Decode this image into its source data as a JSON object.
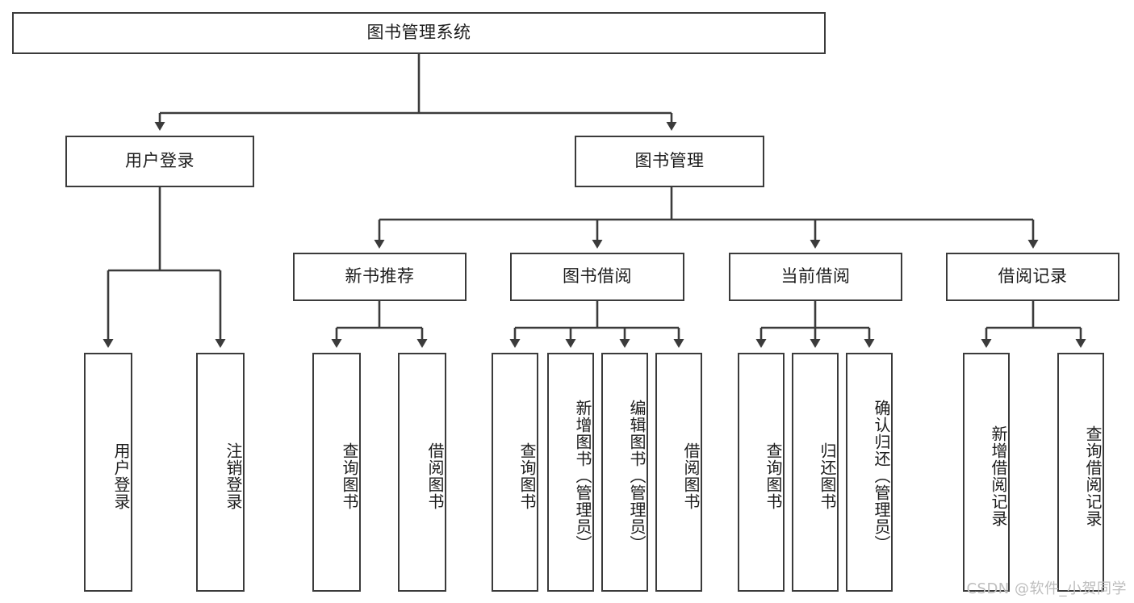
{
  "diagram": {
    "type": "tree-hierarchy-chart",
    "title": "图书管理系统",
    "watermark": "CSDN @软件_小贺同学",
    "colors": {
      "stroke": "#3b3b3b",
      "fill": "#ffffff",
      "text": "#1c1c1c",
      "watermark": "#bdbdbd"
    },
    "nodes": {
      "root": {
        "label": "图书管理系统",
        "orientation": "horizontal"
      },
      "level2": [
        {
          "label": "用户登录",
          "orientation": "horizontal"
        },
        {
          "label": "图书管理",
          "orientation": "horizontal"
        }
      ],
      "level3": [
        {
          "label": "新书推荐",
          "orientation": "horizontal"
        },
        {
          "label": "图书借阅",
          "orientation": "horizontal"
        },
        {
          "label": "当前借阅",
          "orientation": "horizontal"
        },
        {
          "label": "借阅记录",
          "orientation": "horizontal"
        }
      ],
      "leaves": {
        "user_login": [
          {
            "label": "用户登录",
            "orientation": "vertical"
          },
          {
            "label": "注销登录",
            "orientation": "vertical"
          }
        ],
        "new_book_recommend": [
          {
            "label": "查询图书",
            "orientation": "vertical"
          },
          {
            "label": "借阅图书",
            "orientation": "vertical"
          }
        ],
        "book_borrow": [
          {
            "label": "查询图书",
            "orientation": "vertical"
          },
          {
            "label": "新增图书（管理员）",
            "orientation": "vertical"
          },
          {
            "label": "编辑图书（管理员）",
            "orientation": "vertical"
          },
          {
            "label": "借阅图书",
            "orientation": "vertical"
          }
        ],
        "current_borrow": [
          {
            "label": "查询图书",
            "orientation": "vertical"
          },
          {
            "label": "归还图书",
            "orientation": "vertical"
          },
          {
            "label": "确认归还（管理员）",
            "orientation": "vertical"
          }
        ],
        "borrow_record": [
          {
            "label": "新增借阅记录",
            "orientation": "vertical"
          },
          {
            "label": "查询借阅记录",
            "orientation": "vertical"
          }
        ]
      }
    }
  }
}
